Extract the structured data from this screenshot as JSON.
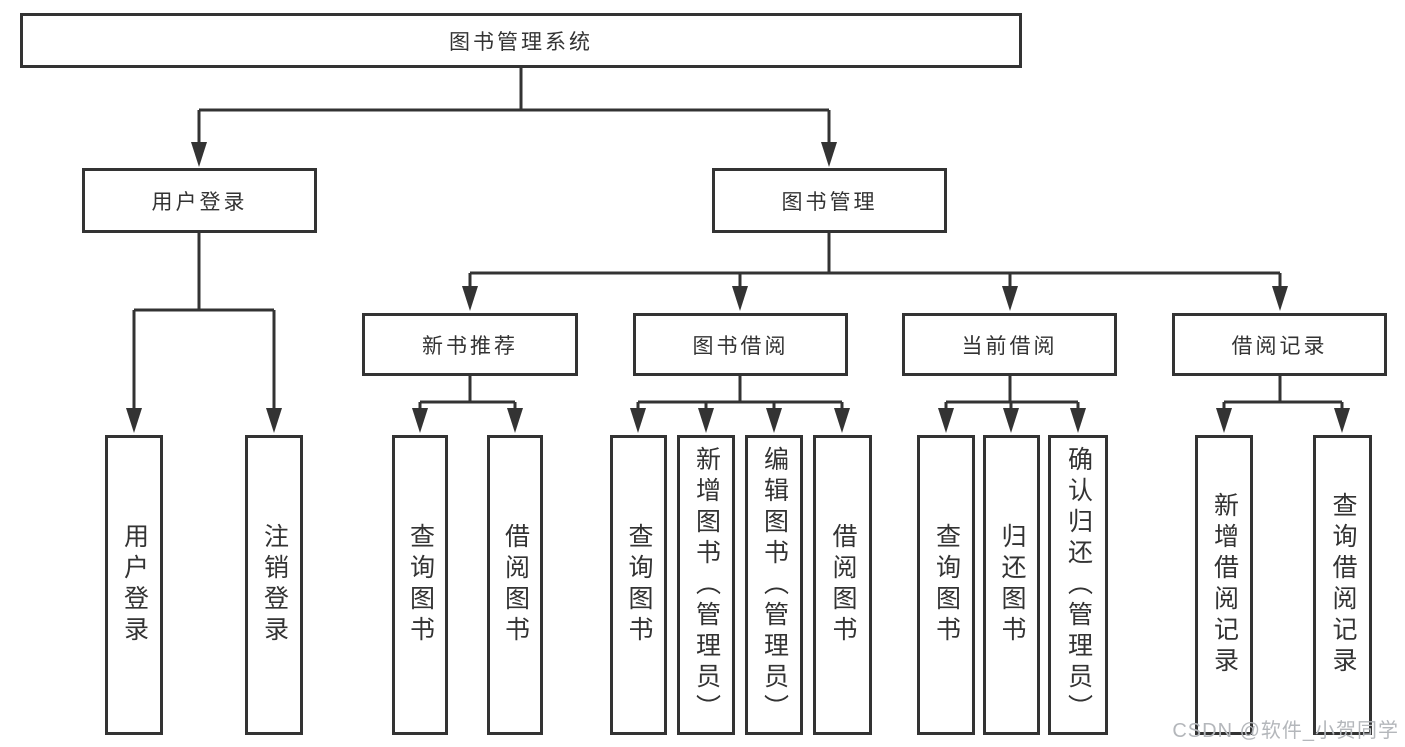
{
  "diagram": {
    "root": {
      "label": "图书管理系统"
    },
    "branches": [
      {
        "label": "用户登录",
        "leaves": [
          {
            "label": "用户登录"
          },
          {
            "label": "注销登录"
          }
        ]
      },
      {
        "label": "图书管理",
        "groups": [
          {
            "label": "新书推荐",
            "leaves": [
              {
                "label": "查询图书"
              },
              {
                "label": "借阅图书"
              }
            ]
          },
          {
            "label": "图书借阅",
            "leaves": [
              {
                "label": "查询图书"
              },
              {
                "label": "新增图书（管理员）"
              },
              {
                "label": "编辑图书（管理员）"
              },
              {
                "label": "借阅图书"
              }
            ]
          },
          {
            "label": "当前借阅",
            "leaves": [
              {
                "label": "查询图书"
              },
              {
                "label": "归还图书"
              },
              {
                "label": "确认归还（管理员）"
              }
            ]
          },
          {
            "label": "借阅记录",
            "leaves": [
              {
                "label": "新增借阅记录"
              },
              {
                "label": "查询借阅记录"
              }
            ]
          }
        ]
      }
    ]
  },
  "watermark": {
    "text": "CSDN @软件_小贺同学"
  },
  "colors": {
    "line": "#333333",
    "box_border": "#333333",
    "text": "#333333",
    "watermark": "#b4b7bb",
    "background": "#ffffff"
  }
}
